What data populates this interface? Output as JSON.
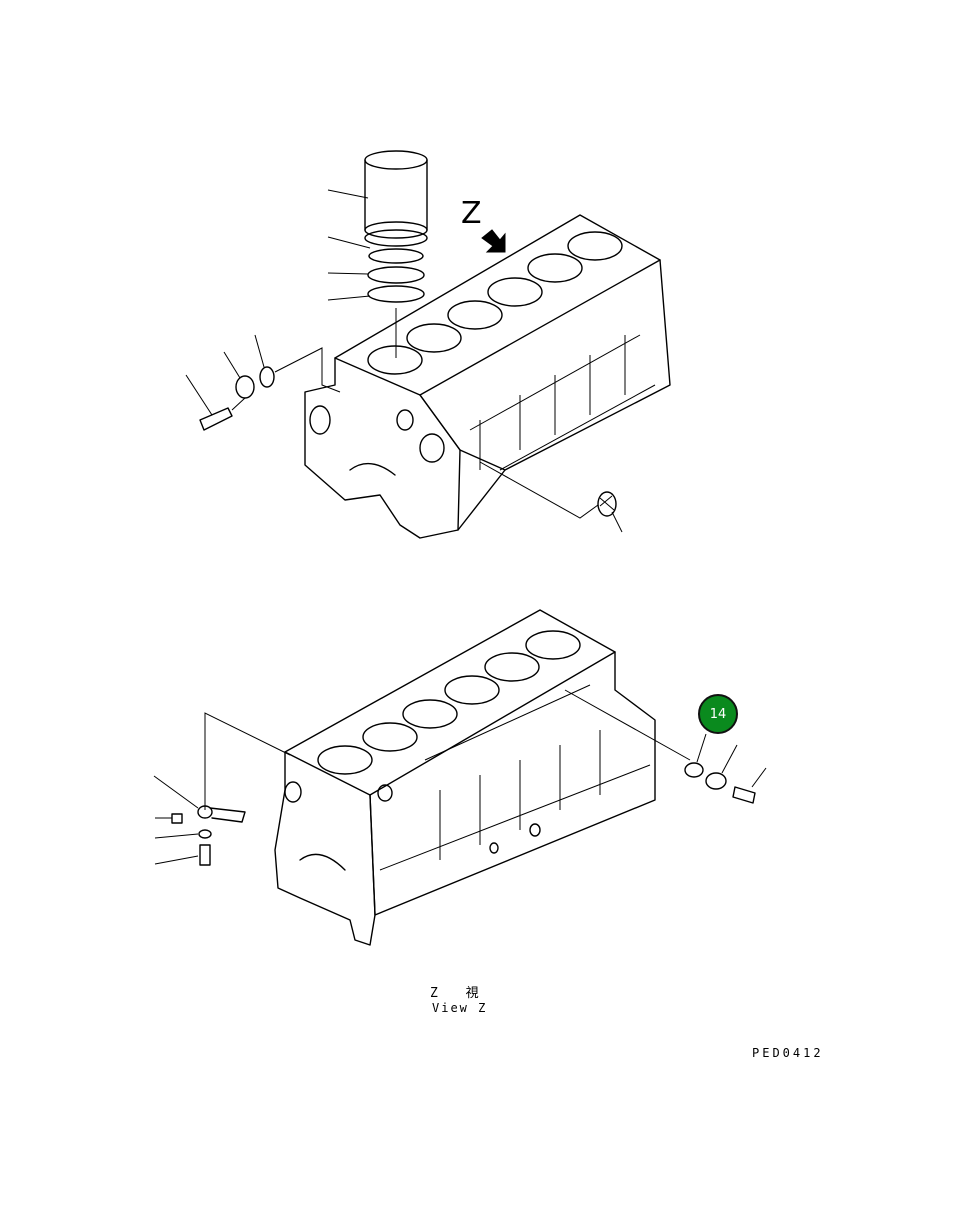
{
  "view_marker": {
    "letter": "Z"
  },
  "caption": {
    "japanese": "Z 視",
    "english": "View Z"
  },
  "drawing_code": "PED0412",
  "callout": {
    "number": "14",
    "color": "#0a8a1e"
  }
}
